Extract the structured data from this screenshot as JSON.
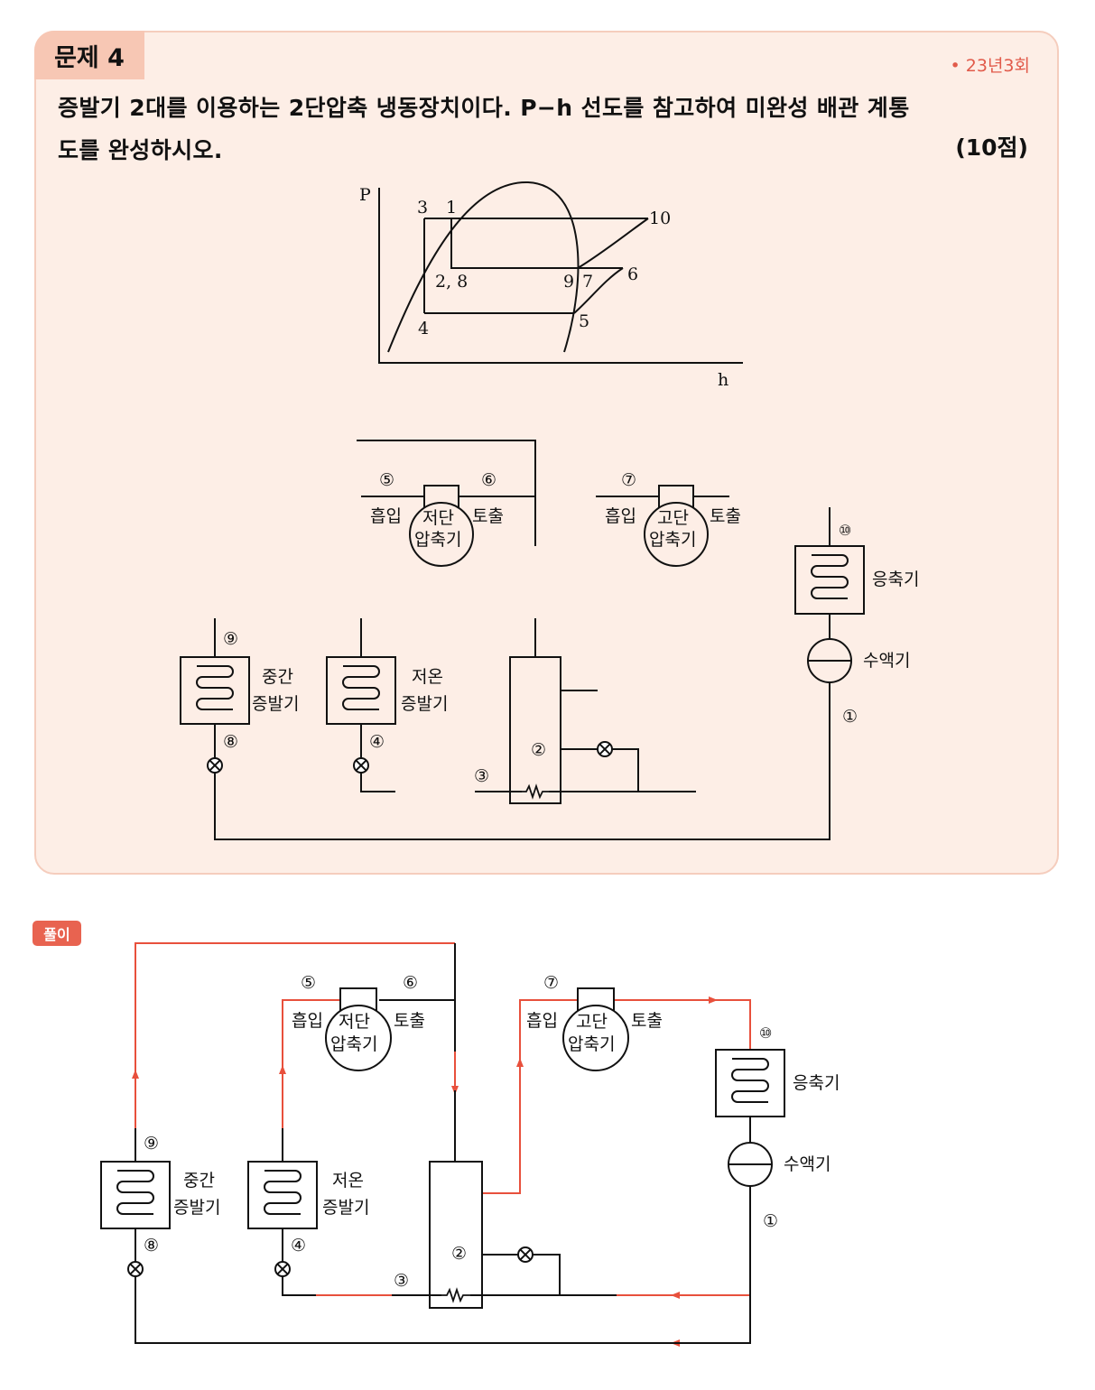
{
  "header": {
    "problem_label": "문제 4",
    "session": "• 23년3회",
    "question_line1": "증발기 2대를 이용하는 2단압축 냉동장치이다. P−h 선도를 참고하여 미완성 배관 계통",
    "question_line2": "도를 완성하시오.",
    "points": "(10점)"
  },
  "ph_diagram": {
    "axis_p": "P",
    "axis_h": "h",
    "points": {
      "p3": "3",
      "p1": "1",
      "p10": "10",
      "p28": "2, 8",
      "p9": "9",
      "p7": "7",
      "p6": "6",
      "p4": "4",
      "p5": "5"
    }
  },
  "schematic": {
    "n1": "①",
    "n2": "②",
    "n3": "③",
    "n4": "④",
    "n5": "⑤",
    "n6": "⑥",
    "n7": "⑦",
    "n8": "⑧",
    "n9": "⑨",
    "n10": "⑩",
    "suction": "흡입",
    "discharge": "토출",
    "low_stage_l1": "저단",
    "high_stage_l1": "고단",
    "compressor_l2": "압축기",
    "condenser": "응축기",
    "receiver": "수액기",
    "mid_evap_l1": "중간",
    "low_evap_l1": "저온",
    "evaporator_l2": "증발기"
  },
  "solution": {
    "label": "풀이"
  },
  "colors": {
    "accent": "#e15a4a",
    "box_bg": "#fdeee6",
    "tab_bg": "#f7c7b4",
    "flow": "#e8503c"
  }
}
